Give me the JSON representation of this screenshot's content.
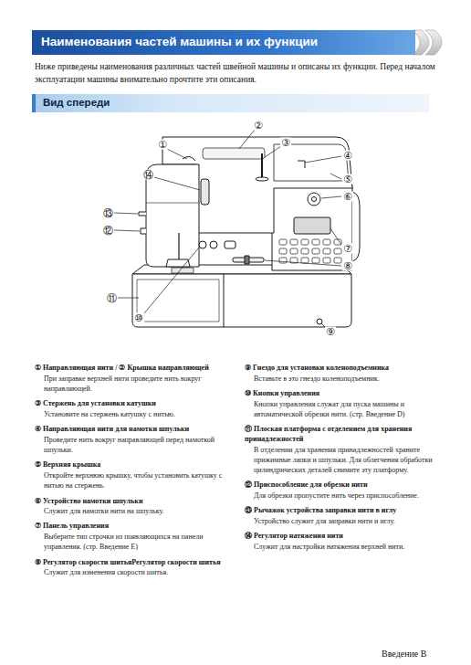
{
  "diagram": {
    "title": "Наименования частей машины и их функции",
    "nodes": [
      {
        "text": [
          "Вид спереди"
        ]
      }
    ],
    "labels": [
      "Ниже приведены наименования различных частей швейной машины и описаны их функции. Перед началом эксплуатации машины внимательно прочтите эти описания.",
      "①",
      "②",
      "③",
      "④",
      "⑤",
      "⑥",
      "⑦",
      "⑧",
      "⑨",
      "⑩",
      "⑪",
      "⑫",
      "⑬",
      "⑭",
      "① Направляющая нити / ② Крышка направляющей",
      "При заправке верхней нити проведите нить вокруг направляющей.",
      "③ Стержень для установки катушки",
      "Установите на стержень катушку с нитью.",
      "④ Направляющая нити для намотки шпульки",
      "Проведите нить вокруг направляющей перед намоткой шпульки.",
      "⑤ Верхняя крышка",
      "Откройте верхнюю крышку, чтобы установить катушку с нитью на стержень.",
      "⑥ Устройство намотки шпульки",
      "Служит для намотки нити на шпульку.",
      "⑦ Панель управления",
      "Выберите тип строчки из появляющихся на панели управления. (стр. Введение E)",
      "⑧ Регулятор скорости шитьяРегулятор скорости шитья",
      "Служит для изменения скорости шитья.",
      "⑨ Гнездо для установки коленоподъемника",
      "Вставьте в это гнездо коленоподъемник.",
      "⑩ Кнопки управления",
      "Кнопки управления служат для пуска машины и автоматической обрезки нити. (стр. Введение D)",
      "⑪ Плоская платформа с отделением для хранения принадлежностей",
      "В отделении для хранения принадлежностей храните прижимные лапки и шпульки. Для облегчения обработки цилиндрических деталей снимите эту платформу.",
      "⑫ Приспособление для обрезки нити",
      "Для обрезки пропустите нить через приспособление.",
      "⑬ Рычажок устройства заправки нити в иглу",
      "Устройство служит для заправки нити и иглу.",
      "⑭ Регулятор натяжения нити",
      "Служит для настройки натяжения верхней нити.",
      "Введение B"
    ]
  }
}
